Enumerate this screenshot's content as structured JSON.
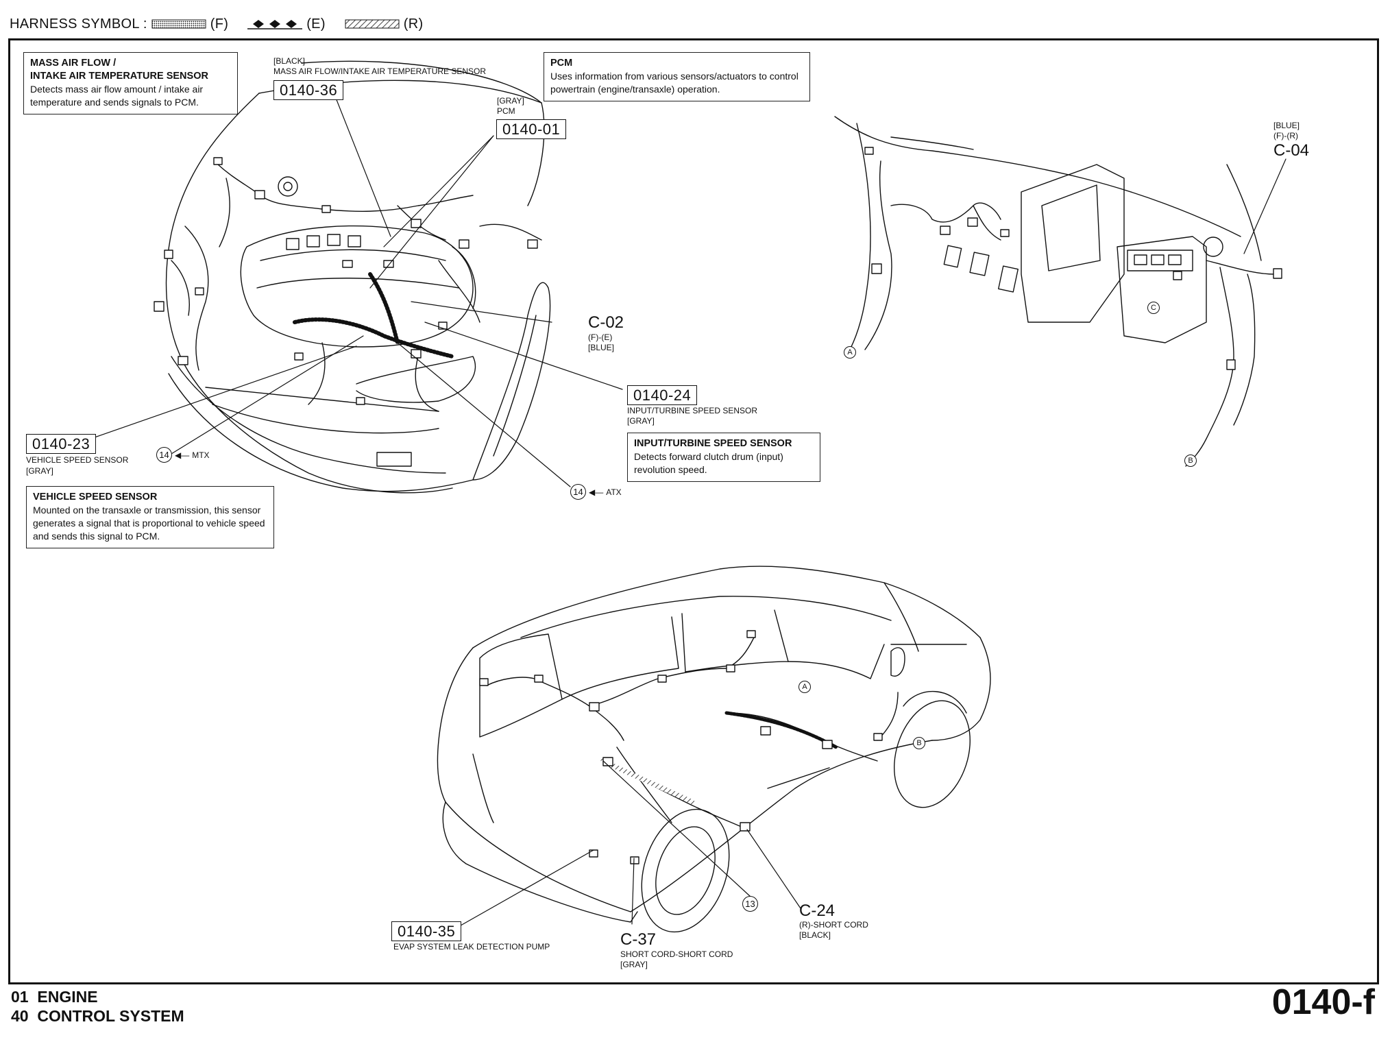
{
  "header": {
    "prefix": "HARNESS SYMBOL :",
    "symbols": [
      {
        "icon": "dotted-harness-icon",
        "label": "(F)"
      },
      {
        "icon": "diamond-harness-icon",
        "label": "(E)"
      },
      {
        "icon": "hatched-harness-icon",
        "label": "(R)"
      }
    ]
  },
  "info_boxes": {
    "maf": {
      "title_line1": "MASS AIR FLOW /",
      "title_line2": "INTAKE AIR TEMPERATURE SENSOR",
      "body": "Detects mass air flow amount / intake air temperature and sends signals to PCM."
    },
    "pcm": {
      "title": "PCM",
      "body": "Uses information from various sensors/actuators to control powertrain (engine/transaxle) operation."
    },
    "iss": {
      "title": "INPUT/TURBINE SPEED SENSOR",
      "body": "Detects forward clutch drum (input) revolution speed."
    },
    "vss": {
      "title": "VEHICLE SPEED SENSOR",
      "body": "Mounted on the transaxle or transmission, this sensor generates a signal that is proportional to vehicle speed and sends this signal to PCM."
    }
  },
  "callouts": {
    "c0140_36": {
      "code": "0140-36",
      "line1": "[BLACK]",
      "line2": "MASS AIR FLOW/INTAKE AIR TEMPERATURE SENSOR"
    },
    "c0140_01": {
      "code": "0140-01",
      "line1": "[GRAY]",
      "line2": "PCM"
    },
    "c0140_24": {
      "code": "0140-24",
      "line1": "INPUT/TURBINE SPEED SENSOR",
      "line2": "[GRAY]"
    },
    "c0140_23": {
      "code": "0140-23",
      "line1": "VEHICLE SPEED SENSOR",
      "line2": "[GRAY]"
    },
    "c0140_35": {
      "code": "0140-35",
      "line1": "EVAP SYSTEM LEAK DETECTION PUMP"
    }
  },
  "connectors": {
    "c02": {
      "code": "C-02",
      "line1": "(F)-(E)",
      "line2": "[BLUE]"
    },
    "c04": {
      "code": "C-04",
      "line1": "[BLUE]",
      "line2": "(F)-(R)"
    },
    "c24": {
      "code": "C-24",
      "line1": "(R)-SHORT CORD",
      "line2": "[BLACK]"
    },
    "c37": {
      "code": "C-37",
      "line1": "SHORT CORD-SHORT CORD",
      "line2": "[GRAY]"
    }
  },
  "ground_points": {
    "mtx": {
      "number": "14",
      "label": "MTX"
    },
    "atx": {
      "number": "14",
      "label": "ATX"
    },
    "rear": {
      "number": "13"
    }
  },
  "connection_markers": {
    "dash_a": "A",
    "dash_b": "B",
    "dash_c": "C",
    "body_a": "A",
    "body_b": "B"
  },
  "footer": {
    "line1": "01  ENGINE",
    "line2": "40  CONTROL SYSTEM",
    "page_code": "0140-f"
  }
}
